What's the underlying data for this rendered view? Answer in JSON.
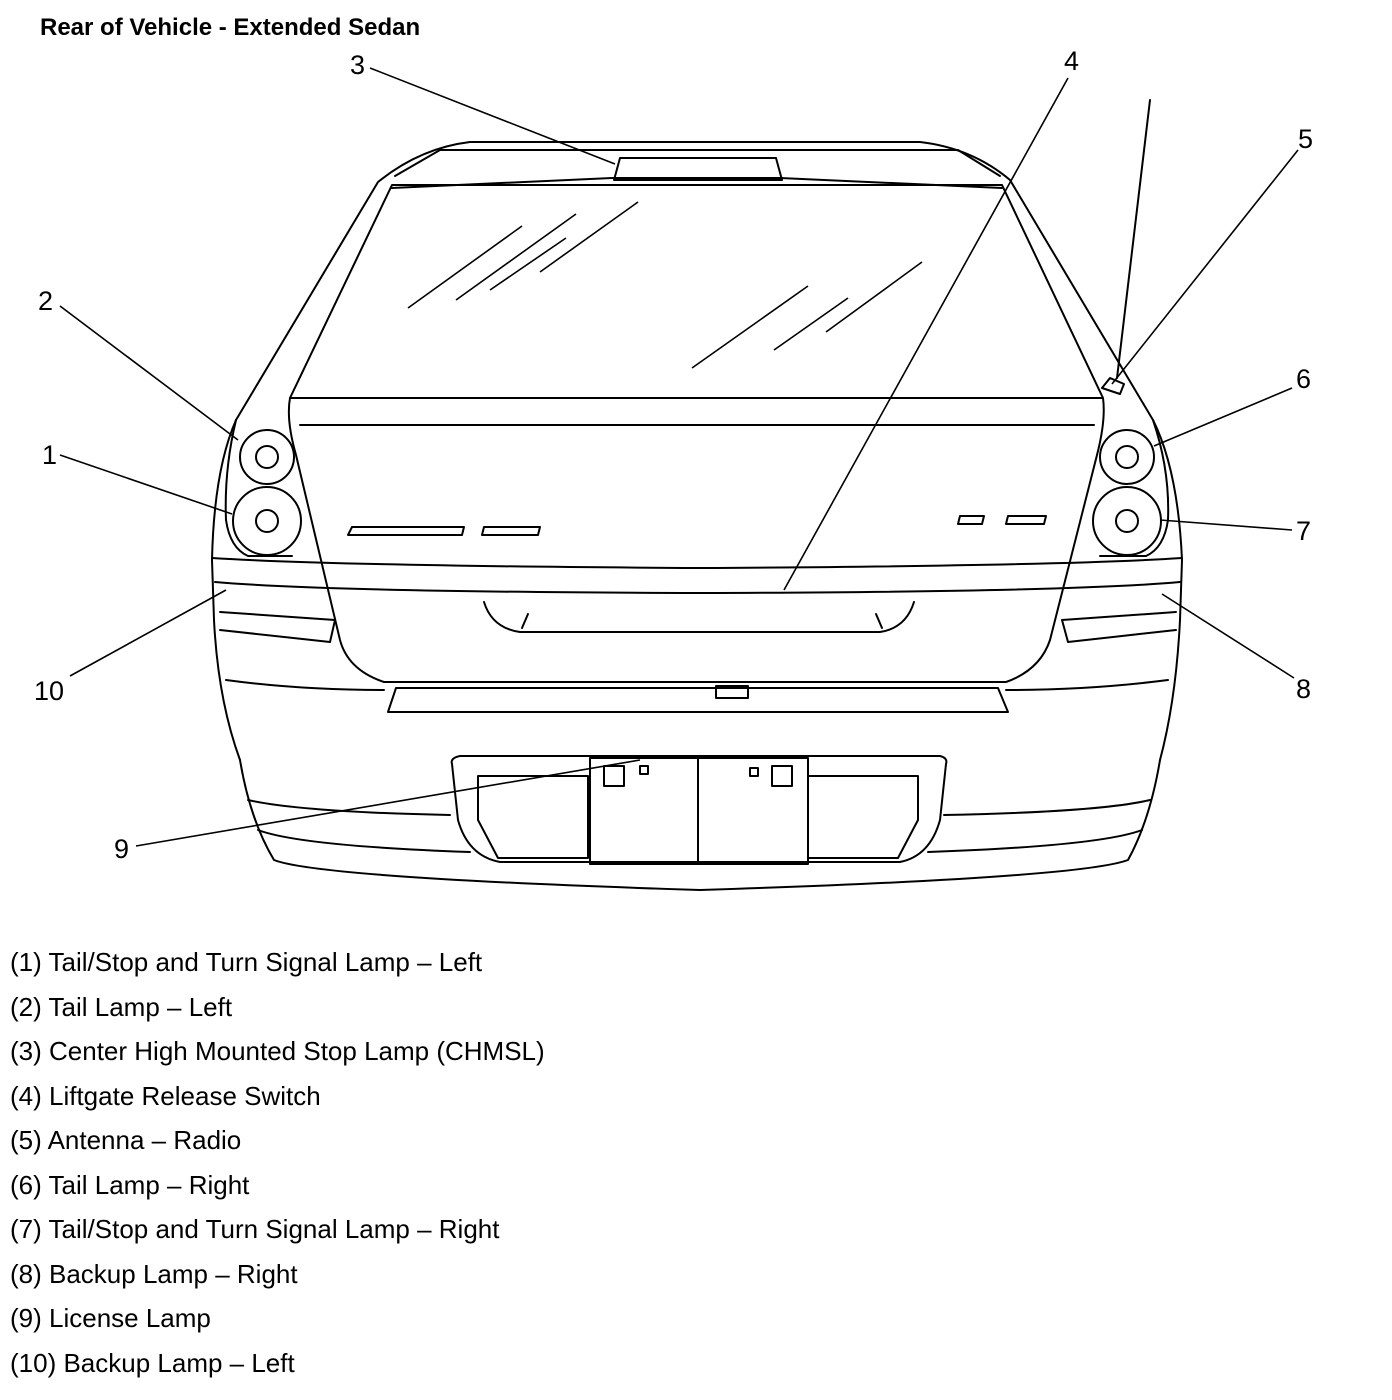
{
  "title": "Rear of Vehicle - Extended Sedan",
  "callouts": [
    "1",
    "2",
    "3",
    "4",
    "5",
    "6",
    "7",
    "8",
    "9",
    "10"
  ],
  "legend": [
    "(1) Tail/Stop and Turn Signal Lamp – Left",
    "(2) Tail Lamp – Left",
    "(3) Center High Mounted Stop Lamp (CHMSL)",
    "(4) Liftgate Release Switch",
    "(5) Antenna – Radio",
    "(6) Tail Lamp – Right",
    "(7) Tail/Stop and Turn Signal Lamp – Right",
    "(8) Backup Lamp – Right",
    "(9) License Lamp",
    "(10) Backup Lamp – Left"
  ]
}
